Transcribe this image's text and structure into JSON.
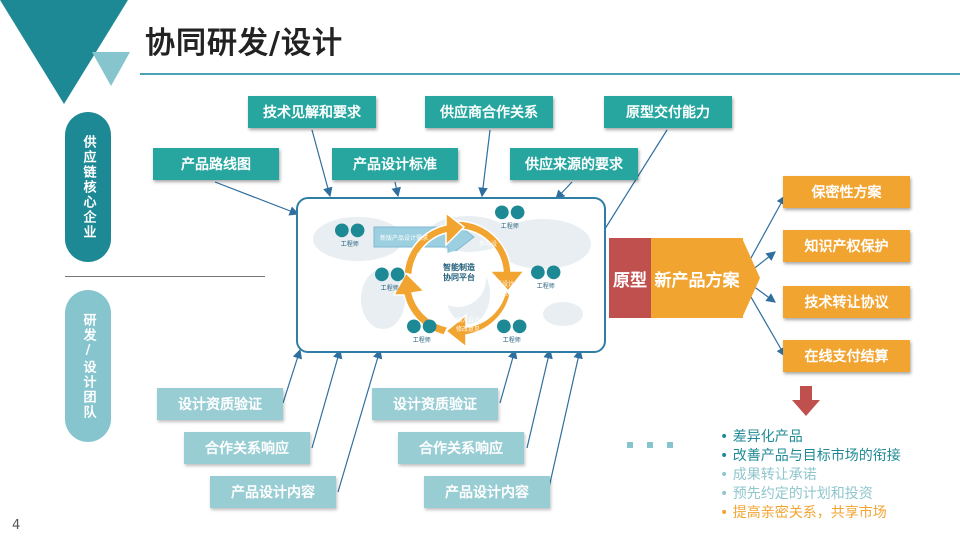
{
  "title": "协同研发/设计",
  "page_number": "4",
  "side_labels": {
    "top": "供应链核心企业",
    "bottom": "研发/设计团队"
  },
  "top_boxes": {
    "row1": [
      "技术见解和要求",
      "供应商合作关系",
      "原型交付能力"
    ],
    "row2": [
      "产品路线图",
      "产品设计标准",
      "供应来源的要求"
    ]
  },
  "bottom_boxes": {
    "left": [
      "设计资质验证",
      "合作关系响应",
      "产品设计内容"
    ],
    "right": [
      "设计资质验证",
      "合作关系响应",
      "产品设计内容"
    ]
  },
  "platform": {
    "center_label": "智能制造协同平台",
    "arrow_label": "新版产品设计需求",
    "engineer_label": "工程师",
    "cycle_labels": [
      "参与设计工作",
      "查看设计工作进度",
      "输入自己修改意见",
      "参与设计讨论",
      "参与设计修改"
    ]
  },
  "prototype_label": "原型",
  "new_product_label": "新产品方案",
  "right_boxes": [
    "保密性方案",
    "知识产权保护",
    "技术转让协议",
    "在线支付结算"
  ],
  "bullets": [
    {
      "text": "差异化产品",
      "color": "#1f8a96"
    },
    {
      "text": "改善产品与目标市场的衔接",
      "color": "#1f8a96"
    },
    {
      "text": "成果转让承诺",
      "color": "#8fc6cd"
    },
    {
      "text": "预先约定的计划和投资",
      "color": "#8fc6cd"
    },
    {
      "text": "提高亲密关系，共享市场",
      "color": "#f2a431"
    }
  ],
  "colors": {
    "teal": "#26a69f",
    "light_teal": "#98cdd3",
    "orange": "#f2a431",
    "red": "#c0504d",
    "dark_teal": "#1d8995"
  }
}
